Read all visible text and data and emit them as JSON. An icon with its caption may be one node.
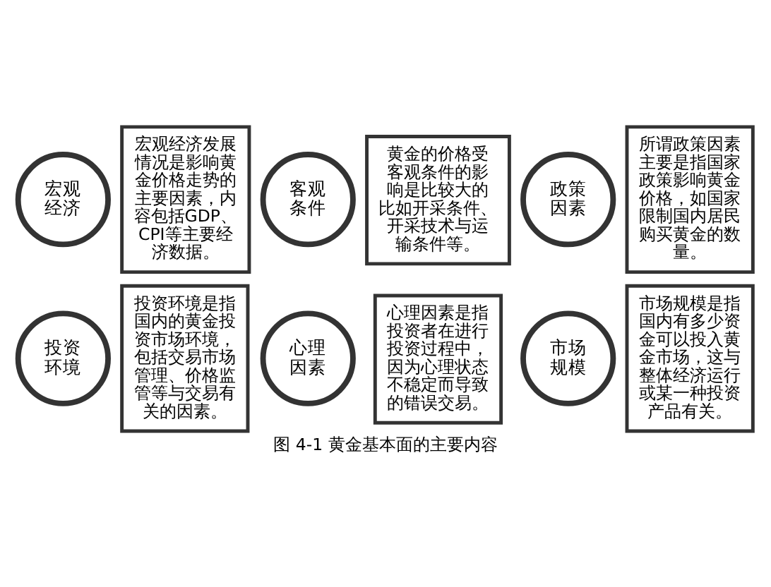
{
  "diagram": {
    "caption": "图 4-1 黄金基本面的主要内容",
    "nodes": [
      {
        "text": [
          "宏观经济"
        ]
      },
      {
        "text": [
          "宏观经济发展情况是影响黄金价格走势的主要因素，内容包括GDP、CPI等主要经济数据。"
        ]
      },
      {
        "text": [
          "客观条件"
        ]
      },
      {
        "text": [
          "黄金的价格受客观条件的影响是比较大的比如开采条件、开采技术与运输条件等。"
        ]
      },
      {
        "text": [
          "政策因素"
        ]
      },
      {
        "text": [
          "所谓政策因素主要是指国家政策影响黄金价格，如国家限制国内居民购买黄金的数量。"
        ]
      },
      {
        "text": [
          "投资环境"
        ]
      },
      {
        "text": [
          "投资环境是指国内的黄金投资市场环境，包括交易市场管理、价格监管等与交易有关的因素。"
        ]
      },
      {
        "text": [
          "心理因素"
        ]
      },
      {
        "text": [
          "心理因素是指投资者在进行投资过程中，因为心理状态不稳定而导致的错误交易。"
        ]
      },
      {
        "text": [
          "市场规模"
        ]
      },
      {
        "text": [
          "市场规模是指国内有多少资金可以投入黄金市场，这与整体经济运行或某一种投资产品有关。"
        ]
      }
    ],
    "edges": []
  }
}
